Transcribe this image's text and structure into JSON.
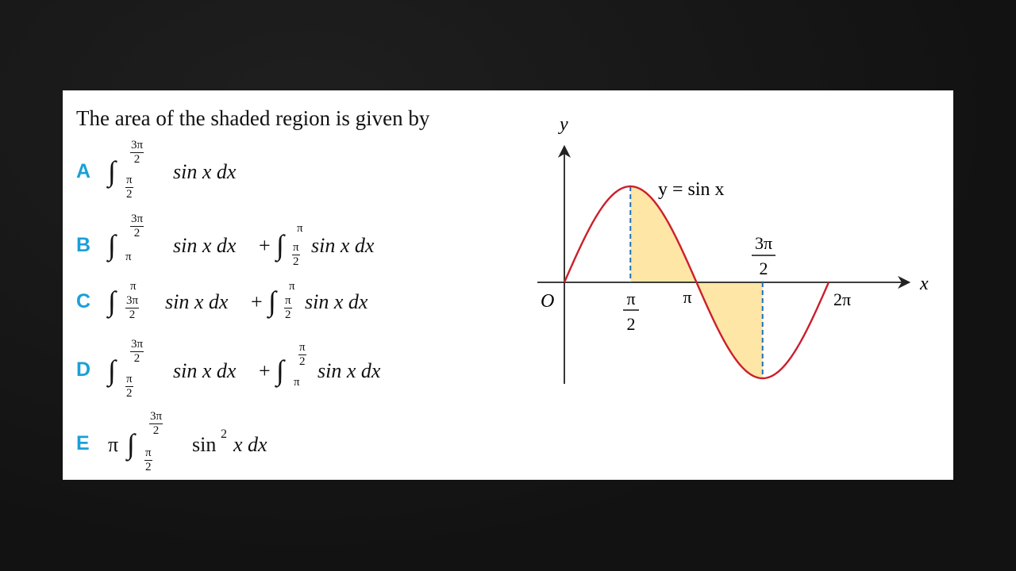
{
  "question": "The area of the shaded region is given by",
  "options": [
    {
      "letter": "A"
    },
    {
      "letter": "B"
    },
    {
      "letter": "C"
    },
    {
      "letter": "D"
    },
    {
      "letter": "E"
    }
  ],
  "symbols": {
    "pi": "π",
    "two": "2",
    "three_pi": "3π",
    "integrand": "sin x dx",
    "plus": "+",
    "sin_sq": "sin",
    "sq": "2",
    "x_dx": "x dx"
  },
  "graph": {
    "x_axis_label": "x",
    "y_axis_label": "y",
    "origin_label": "O",
    "curve_label": "y = sin x",
    "tick_pi_over_2_num": "π",
    "tick_pi_over_2_den": "2",
    "tick_pi": "π",
    "tick_3pi_over_2_num": "3π",
    "tick_3pi_over_2_den": "2",
    "tick_2pi": "2π",
    "curve_color": "#cc1f2a",
    "shade_color": "#fde6a6",
    "dash_color": "#1f6fb5"
  }
}
